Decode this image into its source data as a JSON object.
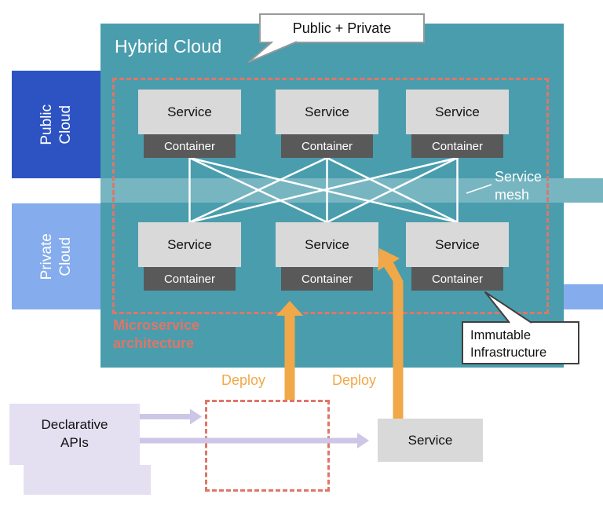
{
  "hybrid": {
    "title": "Hybrid Cloud"
  },
  "callouts": {
    "public_private": "Public + Private",
    "immutable": {
      "line1": "Immutable",
      "line2": "Infrastructure"
    }
  },
  "bands": {
    "public": {
      "line1": "Public",
      "line2": "Cloud"
    },
    "private": {
      "line1": "Private",
      "line2": "Cloud"
    }
  },
  "service_stack": {
    "service": "Service",
    "container": "Container"
  },
  "service_mesh": {
    "line1": "Service",
    "line2": "mesh"
  },
  "microservice": {
    "line1": "Microservice",
    "line2": "architecture"
  },
  "deploy": {
    "label": "Deploy"
  },
  "declarative_apis": {
    "line1": "Declarative",
    "line2": "APIs"
  },
  "external_service": {
    "label": "Service"
  },
  "colors": {
    "teal": "#4A9DAD",
    "mesh_band": "#77B5C1",
    "public_blue": "#2D53C3",
    "private_blue": "#85ACEC",
    "service_gray": "#D9D9D9",
    "container_gray": "#595959",
    "dashed_salmon": "#DE7668",
    "deploy_orange": "#F0A848",
    "lavender": "#E4E0F2",
    "lavender_arrow": "#CDC6E6"
  }
}
